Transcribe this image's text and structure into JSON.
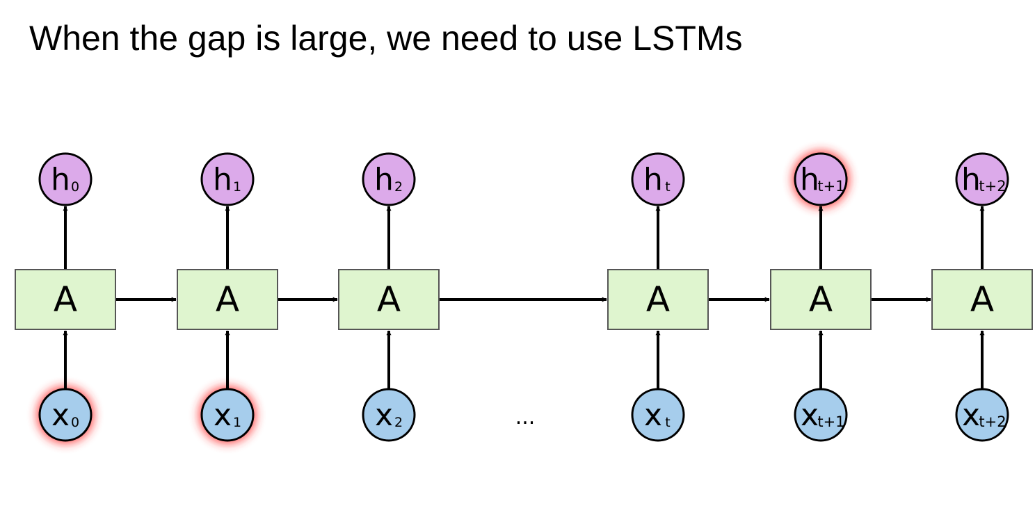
{
  "title": "When the gap is large, we need to use LSTMs",
  "diagram": {
    "cell_label": "A",
    "ellipsis": "...",
    "steps": [
      {
        "x_var": "x",
        "x_sub": "0",
        "h_var": "h",
        "h_sub": "0",
        "x_highlight": true,
        "h_highlight": false
      },
      {
        "x_var": "x",
        "x_sub": "1",
        "h_var": "h",
        "h_sub": "1",
        "x_highlight": true,
        "h_highlight": false
      },
      {
        "x_var": "x",
        "x_sub": "2",
        "h_var": "h",
        "h_sub": "2",
        "x_highlight": false,
        "h_highlight": false
      },
      {
        "x_var": "x",
        "x_sub": "t",
        "h_var": "h",
        "h_sub": "t",
        "x_highlight": false,
        "h_highlight": false
      },
      {
        "x_var": "x",
        "x_sub": "t+1",
        "h_var": "h",
        "h_sub": "t+1",
        "x_highlight": false,
        "h_highlight": true
      },
      {
        "x_var": "x",
        "x_sub": "t+2",
        "h_var": "h",
        "h_sub": "t+2",
        "x_highlight": false,
        "h_highlight": false
      }
    ],
    "colors": {
      "cell_fill": "#dff5cf",
      "cell_stroke": "#555555",
      "input_fill": "#a6cdec",
      "output_fill": "#dcaaea",
      "node_stroke": "#000000",
      "arrow": "#000000",
      "highlight_glow": "#ff2a2a"
    }
  }
}
